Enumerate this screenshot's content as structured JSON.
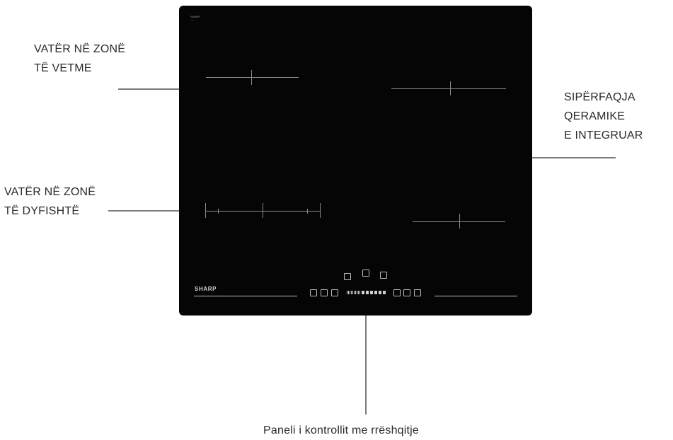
{
  "labels": {
    "single_zone": [
      "VATËR NË ZONË",
      "TË VETME"
    ],
    "dual_zone": [
      "VATËR NË  ZONË",
      "TË DYFISHTË"
    ],
    "ceramic_surface": [
      "SIPËRFAQJA",
      "QERAMIKE",
      "E INTEGRUAR"
    ],
    "control_panel": "Paneli i kontrollit me rrëshqitje"
  },
  "hob": {
    "brand": "SHARP",
    "corner_text": [
      "SHARP",
      "----"
    ],
    "colors": {
      "surface": "#050505",
      "markings": "#8a8a8a",
      "leader_lines": "#7a7a7a"
    }
  },
  "control_icons": [
    "timer-icon",
    "lock-icon",
    "pause-icon",
    "power-icon",
    "boost-icon",
    "keep-warm-icon",
    "bridge-icon",
    "zone-select-icon",
    "stop-go-icon"
  ]
}
